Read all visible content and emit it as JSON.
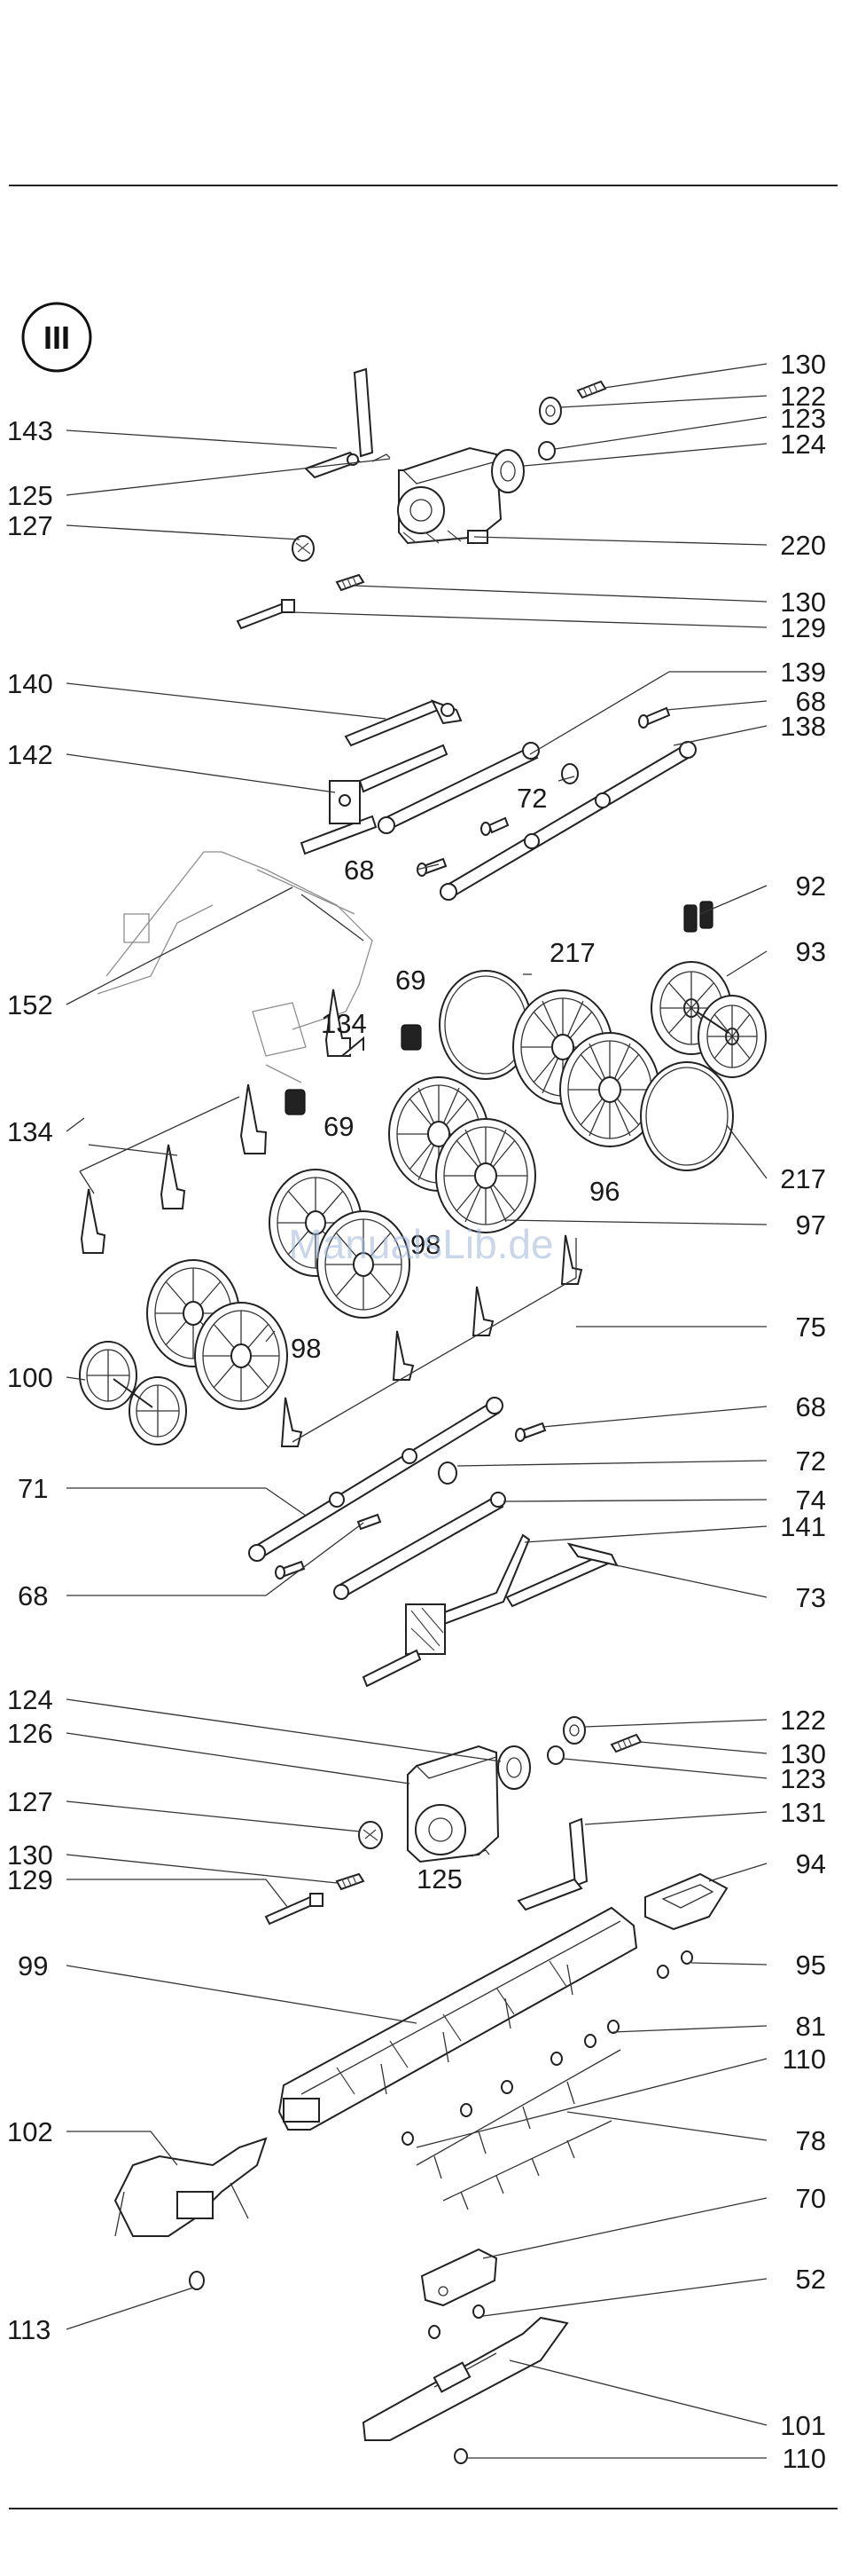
{
  "section_marker": "III",
  "watermark": "ManualsLib.de",
  "callouts": [
    {
      "id": "c1",
      "text": "130"
    },
    {
      "id": "c2",
      "text": "122"
    },
    {
      "id": "c3",
      "text": "123"
    },
    {
      "id": "c4",
      "text": "124"
    },
    {
      "id": "c5",
      "text": "143"
    },
    {
      "id": "c6",
      "text": "125"
    },
    {
      "id": "c7",
      "text": "127"
    },
    {
      "id": "c8",
      "text": "220"
    },
    {
      "id": "c9",
      "text": "130"
    },
    {
      "id": "c10",
      "text": "129"
    },
    {
      "id": "c11",
      "text": "140"
    },
    {
      "id": "c12",
      "text": "139"
    },
    {
      "id": "c13",
      "text": "68"
    },
    {
      "id": "c14",
      "text": "138"
    },
    {
      "id": "c15",
      "text": "142"
    },
    {
      "id": "c16",
      "text": "72"
    },
    {
      "id": "c17",
      "text": "68"
    },
    {
      "id": "c18",
      "text": "92"
    },
    {
      "id": "c19",
      "text": "217"
    },
    {
      "id": "c20",
      "text": "93"
    },
    {
      "id": "c21",
      "text": "152"
    },
    {
      "id": "c22",
      "text": "69"
    },
    {
      "id": "c23",
      "text": "134"
    },
    {
      "id": "c24",
      "text": "69"
    },
    {
      "id": "c25",
      "text": "134"
    },
    {
      "id": "c26",
      "text": "217"
    },
    {
      "id": "c27",
      "text": "96"
    },
    {
      "id": "c28",
      "text": "97"
    },
    {
      "id": "c29",
      "text": "98"
    },
    {
      "id": "c30",
      "text": "98"
    },
    {
      "id": "c31",
      "text": "75"
    },
    {
      "id": "c32",
      "text": "100"
    },
    {
      "id": "c33",
      "text": "68"
    },
    {
      "id": "c34",
      "text": "72"
    },
    {
      "id": "c35",
      "text": "71"
    },
    {
      "id": "c36",
      "text": "74"
    },
    {
      "id": "c37",
      "text": "141"
    },
    {
      "id": "c38",
      "text": "68"
    },
    {
      "id": "c39",
      "text": "73"
    },
    {
      "id": "c40",
      "text": "124"
    },
    {
      "id": "c41",
      "text": "122"
    },
    {
      "id": "c42",
      "text": "126"
    },
    {
      "id": "c43",
      "text": "130"
    },
    {
      "id": "c44",
      "text": "123"
    },
    {
      "id": "c45",
      "text": "127"
    },
    {
      "id": "c46",
      "text": "131"
    },
    {
      "id": "c47",
      "text": "125"
    },
    {
      "id": "c48",
      "text": "130"
    },
    {
      "id": "c49",
      "text": "94"
    },
    {
      "id": "c50",
      "text": "129"
    },
    {
      "id": "c51",
      "text": "99"
    },
    {
      "id": "c52",
      "text": "95"
    },
    {
      "id": "c53",
      "text": "81"
    },
    {
      "id": "c54",
      "text": "110"
    },
    {
      "id": "c55",
      "text": "102"
    },
    {
      "id": "c56",
      "text": "78"
    },
    {
      "id": "c57",
      "text": "70"
    },
    {
      "id": "c58",
      "text": "52"
    },
    {
      "id": "c59",
      "text": "113"
    },
    {
      "id": "c60",
      "text": "101"
    },
    {
      "id": "c61",
      "text": "110"
    }
  ]
}
